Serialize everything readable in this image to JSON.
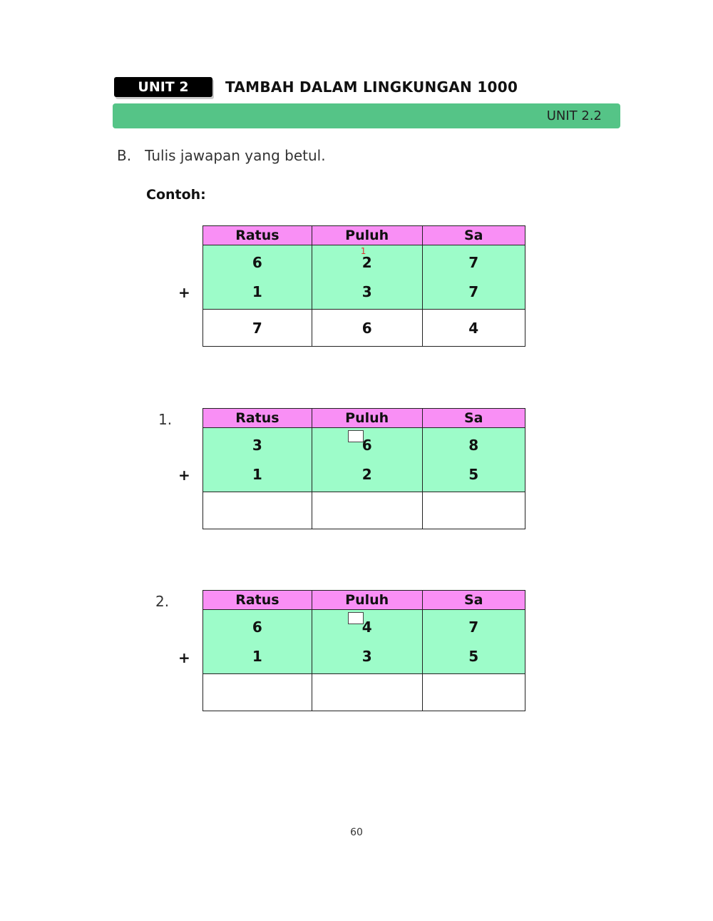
{
  "header": {
    "unit_badge": "UNIT 2",
    "title": "TAMBAH DALAM LINGKUNGAN 1000",
    "subunit": "UNIT 2.2"
  },
  "instruction": "B.   Tulis jawapan yang betul.",
  "example_label": "Contoh:",
  "columns": [
    "Ratus",
    "Puluh",
    "Sa"
  ],
  "plus_sign": "+",
  "example": {
    "carry": "1",
    "row1": [
      "6",
      "2",
      "7"
    ],
    "row2": [
      "1",
      "3",
      "7"
    ],
    "answer": [
      "7",
      "6",
      "4"
    ]
  },
  "questions": [
    {
      "number": "1.",
      "row1": [
        "3",
        "6",
        "8"
      ],
      "row2": [
        "1",
        "2",
        "5"
      ],
      "carry_value": "",
      "answer": [
        "",
        "",
        ""
      ]
    },
    {
      "number": "2.",
      "row1": [
        "6",
        "4",
        "7"
      ],
      "row2": [
        "1",
        "3",
        "5"
      ],
      "carry_value": "",
      "answer": [
        "",
        "",
        ""
      ]
    }
  ],
  "page_number": "60",
  "colors": {
    "header_green": "#55c487",
    "table_header_pink": "#f98ff5",
    "table_body_green": "#9dfcc9",
    "carry_red": "#dd3333"
  }
}
